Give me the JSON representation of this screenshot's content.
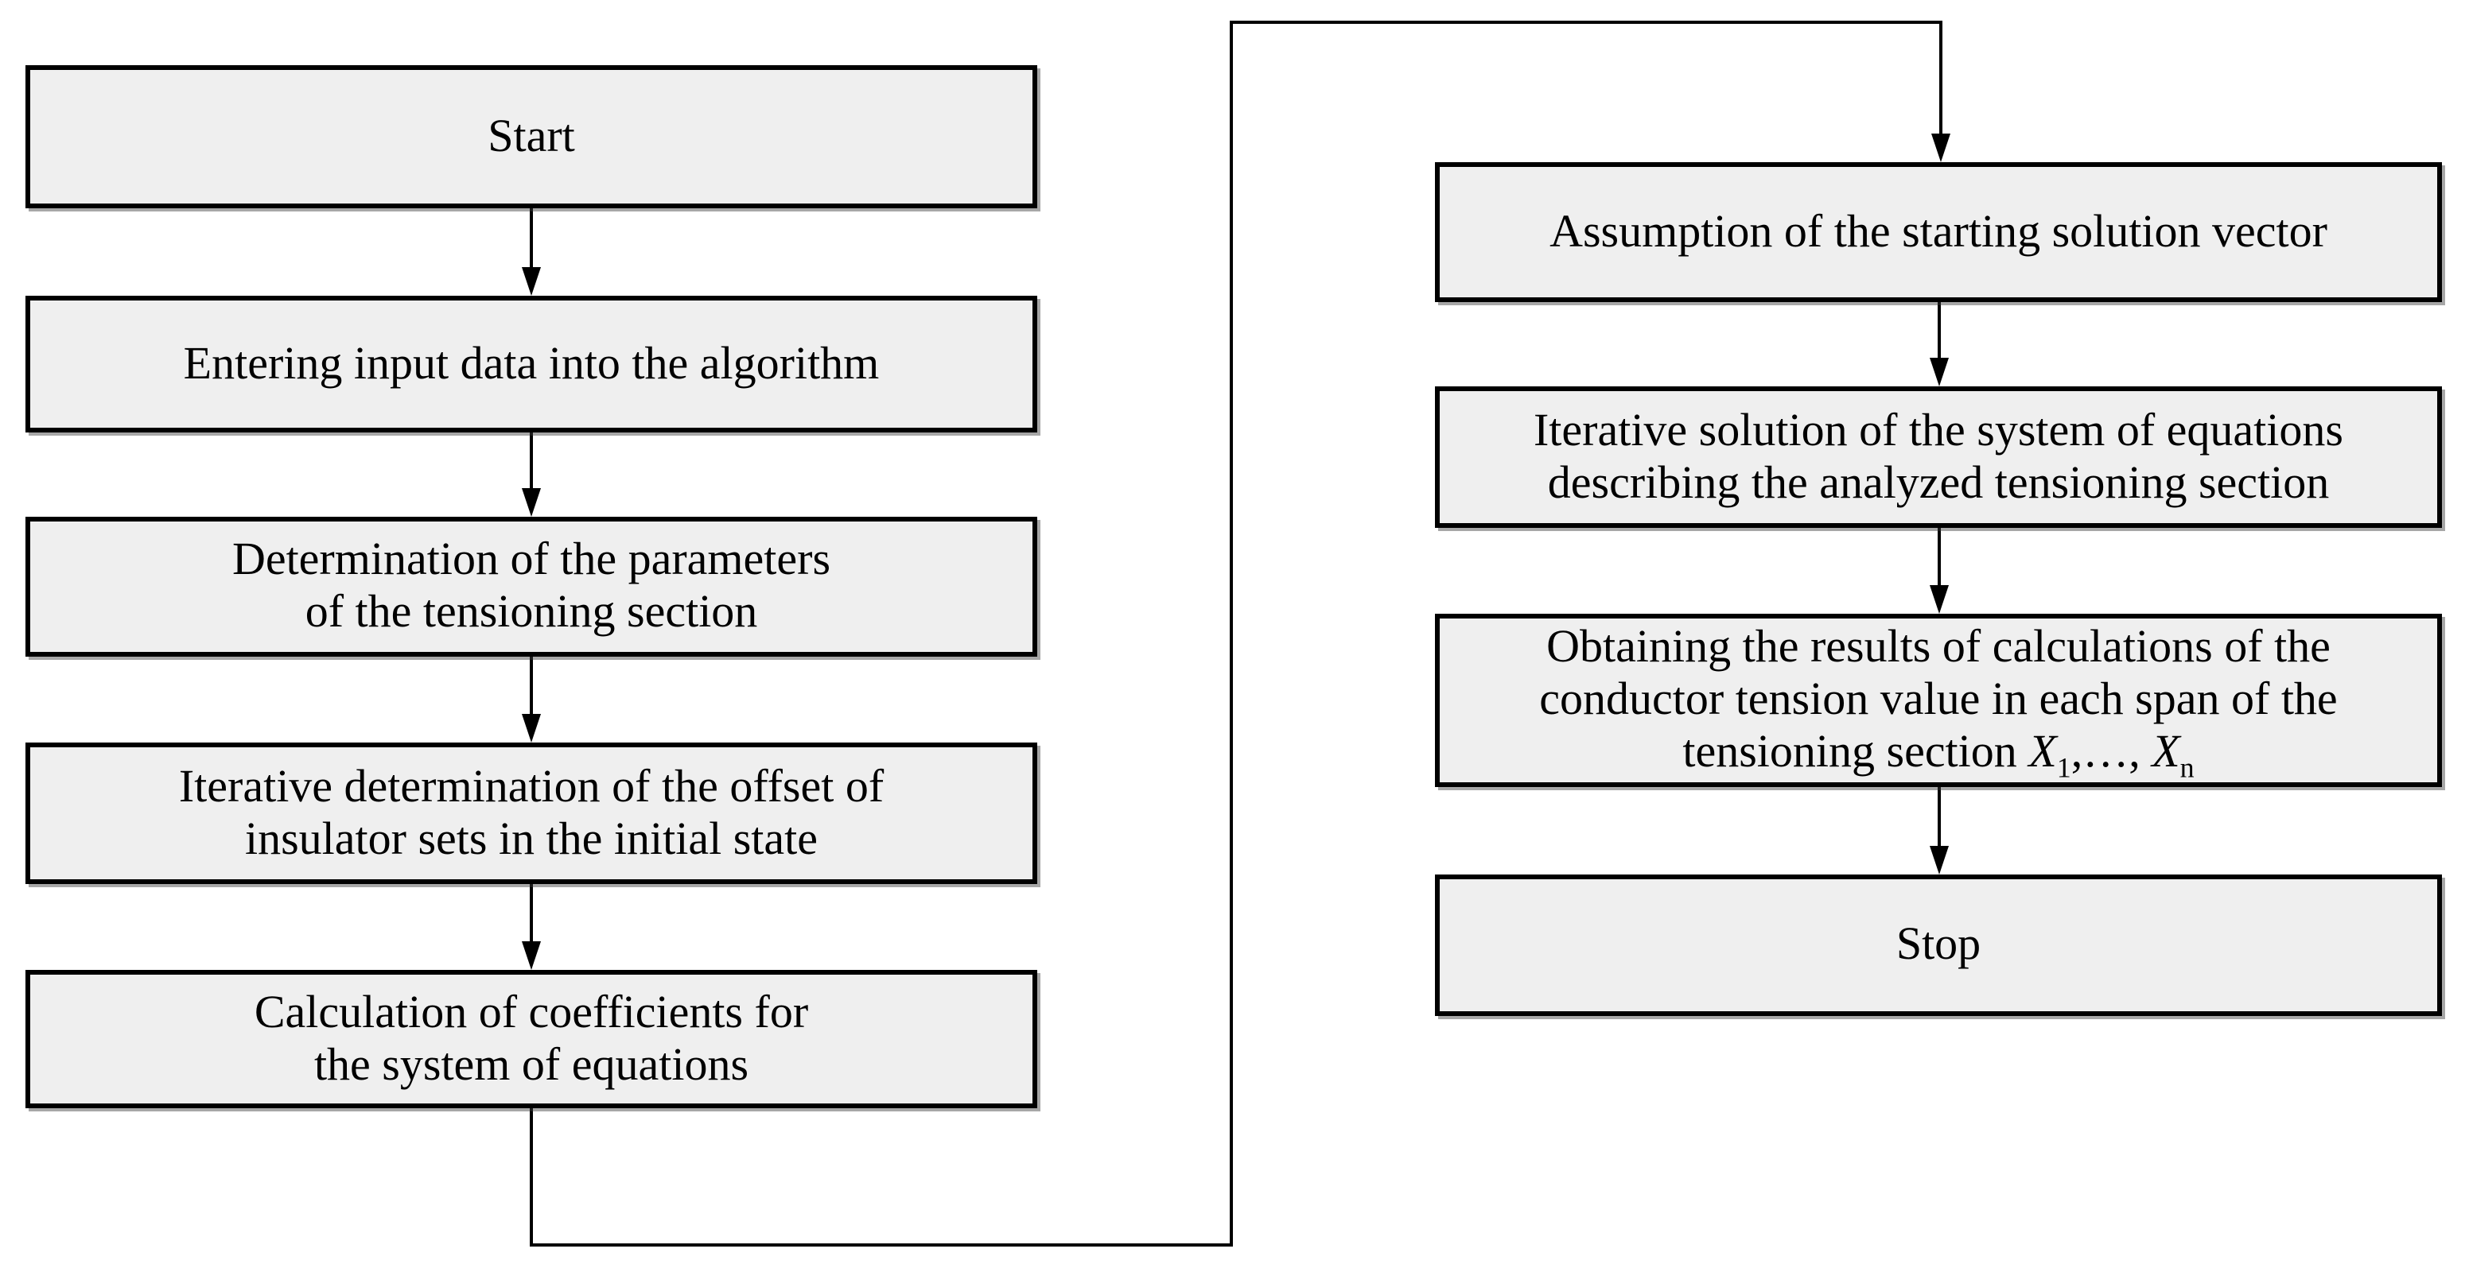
{
  "colors": {
    "box_fill": "#efefef",
    "box_border": "#000000",
    "connector": "#000000",
    "background": "#ffffff"
  },
  "flow": {
    "left": [
      {
        "lines": [
          "Start"
        ]
      },
      {
        "lines": [
          "Entering input data into the algorithm"
        ]
      },
      {
        "lines": [
          "Determination of the parameters",
          "of the tensioning section"
        ]
      },
      {
        "lines": [
          "Iterative determination of the offset of",
          "insulator sets in the initial state"
        ]
      },
      {
        "lines": [
          "Calculation of coefficients for",
          "the system of equations"
        ]
      }
    ],
    "right": [
      {
        "lines": [
          "Assumption of the starting solution vector"
        ]
      },
      {
        "lines": [
          "Iterative solution of the system of equations",
          "describing the analyzed tensioning section"
        ]
      },
      {
        "lines": [
          "Obtaining the results of calculations of the",
          "conductor tension value in each span of the"
        ],
        "formula": {
          "prefix": "tensioning section ",
          "var1": "X",
          "sub1": "1",
          "separator": ",…, ",
          "var2": "X",
          "sub2": "n"
        }
      },
      {
        "lines": [
          "Stop"
        ]
      }
    ]
  }
}
